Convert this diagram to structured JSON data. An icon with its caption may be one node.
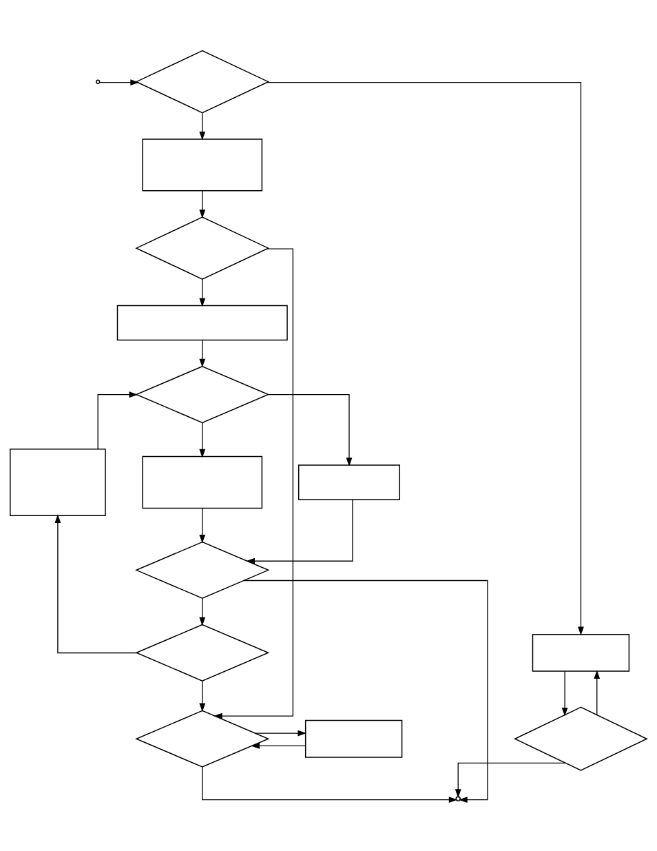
{
  "diagram": {
    "nodes": [
      {
        "text": [],
        "shape": "diamond"
      },
      {
        "text": [],
        "shape": "box"
      },
      {
        "text": [],
        "shape": "diamond"
      },
      {
        "text": [],
        "shape": "box"
      },
      {
        "text": [],
        "shape": "diamond"
      },
      {
        "text": [],
        "shape": "box"
      },
      {
        "text": [],
        "shape": "box"
      },
      {
        "text": [],
        "shape": "box"
      },
      {
        "text": [],
        "shape": "diamond"
      },
      {
        "text": [],
        "shape": "diamond"
      },
      {
        "text": [],
        "shape": "diamond"
      },
      {
        "text": [],
        "shape": "box"
      },
      {
        "text": [],
        "shape": "box"
      },
      {
        "text": [],
        "shape": "diamond"
      }
    ],
    "edges": [
      {
        "from": null,
        "to": 0,
        "arrow": "to"
      },
      {
        "from": 0,
        "to": 1,
        "arrow": "to"
      },
      {
        "from": 0,
        "to": 12,
        "arrow": "to"
      },
      {
        "from": 1,
        "to": 2,
        "arrow": "to"
      },
      {
        "from": 2,
        "to": 3,
        "arrow": "to"
      },
      {
        "from": 2,
        "to": 10,
        "arrow": "to"
      },
      {
        "from": 3,
        "to": 4,
        "arrow": "to"
      },
      {
        "from": 5,
        "to": 4,
        "arrow": "to"
      },
      {
        "from": 4,
        "to": 6,
        "arrow": "to"
      },
      {
        "from": 4,
        "to": 7,
        "arrow": "to"
      },
      {
        "from": 6,
        "to": 8,
        "arrow": "to"
      },
      {
        "from": 7,
        "to": 8,
        "arrow": "to"
      },
      {
        "from": 8,
        "to": 9,
        "arrow": "to"
      },
      {
        "from": 8,
        "to": null,
        "arrow": "to"
      },
      {
        "from": 9,
        "to": 5,
        "arrow": "to"
      },
      {
        "from": 9,
        "to": 10,
        "arrow": "to"
      },
      {
        "from": 10,
        "to": 11,
        "arrow": "to"
      },
      {
        "from": 11,
        "to": 10,
        "arrow": "to"
      },
      {
        "from": 10,
        "to": null,
        "arrow": "to"
      },
      {
        "from": 12,
        "to": 13,
        "arrow": "to"
      },
      {
        "from": 13,
        "to": 12,
        "arrow": "to"
      },
      {
        "from": 13,
        "to": null,
        "arrow": "to"
      }
    ]
  }
}
